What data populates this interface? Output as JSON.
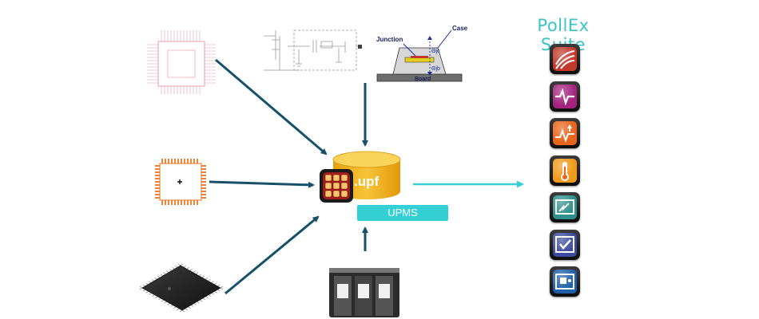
{
  "suite": {
    "title": "PollEx Suite"
  },
  "center": {
    "db_label": ".upf",
    "upms_label": "UPMS"
  },
  "thermal": {
    "junction": "Junction",
    "case": "Case",
    "board": "Board",
    "theta_jc": "Θjc",
    "theta_jb": "Θjb"
  },
  "tools": [
    {
      "icon": "pcb-artwork-icon",
      "color": "#c0392b"
    },
    {
      "icon": "signal-waveform-icon",
      "color": "#a3237f"
    },
    {
      "icon": "power-integrity-icon",
      "color": "#e8641b"
    },
    {
      "icon": "thermometer-icon",
      "color": "#f09a1b"
    },
    {
      "icon": "screen-verify-icon",
      "color": "#2f8f8a"
    },
    {
      "icon": "checkbox-verify-icon",
      "color": "#3b4a9c"
    },
    {
      "icon": "chip-board-icon",
      "color": "#1f5fa8"
    }
  ],
  "colors": {
    "arrow_dark": "#17506b",
    "arrow_cyan": "#35cfd6",
    "cylinder": "#f2b313"
  }
}
